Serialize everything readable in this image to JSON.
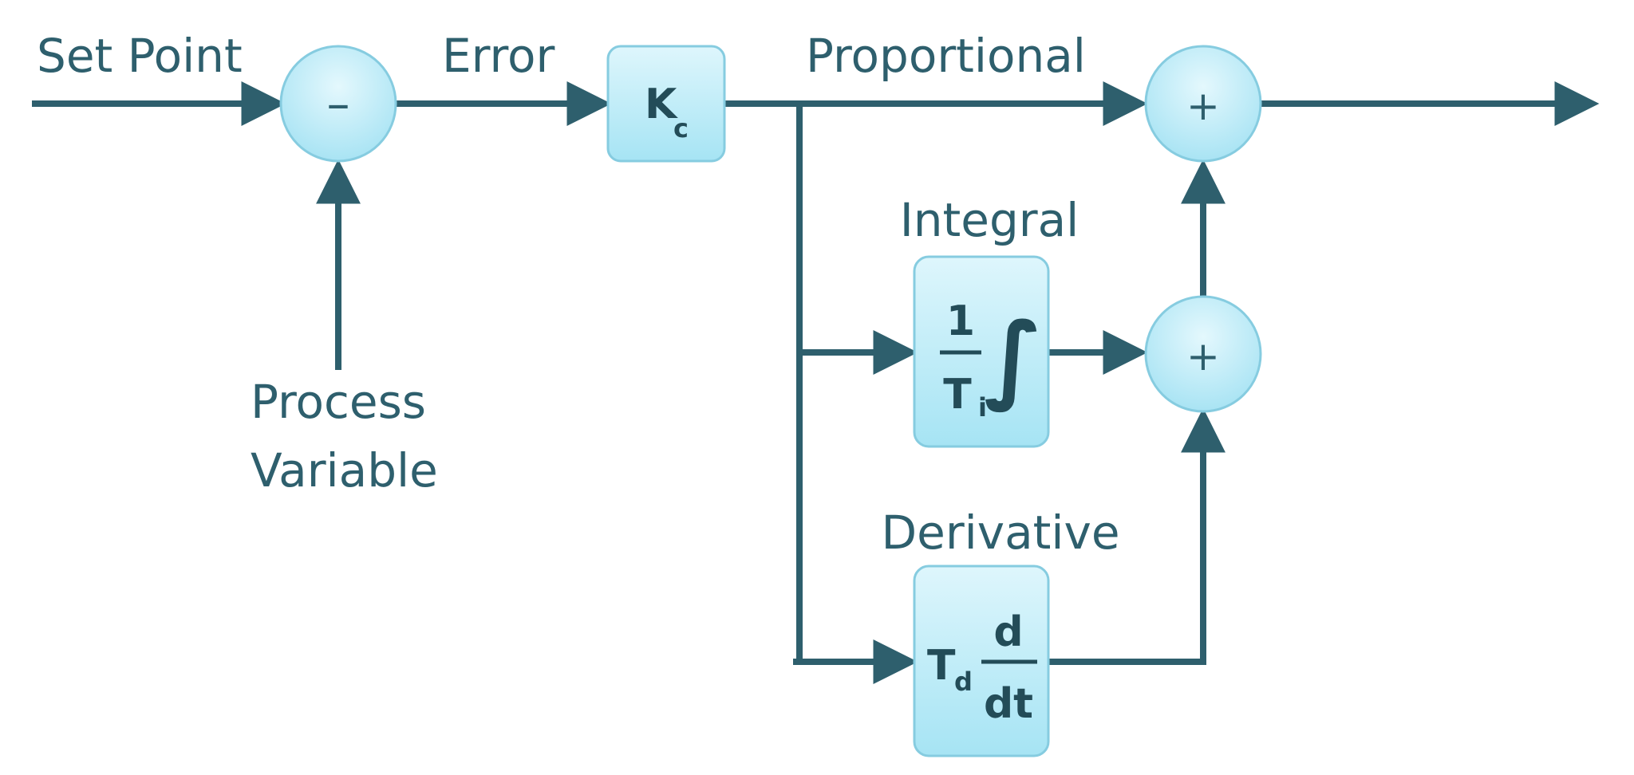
{
  "labels": {
    "set_point": "Set Point",
    "error": "Error",
    "proportional": "Proportional",
    "integral": "Integral",
    "derivative": "Derivative",
    "process_line1": "Process",
    "process_line2": "Variable"
  },
  "blocks": {
    "gain": {
      "main": "K",
      "sub": "c"
    },
    "integral": {
      "numerator": "1",
      "denominator": "T",
      "denominator_sub": "i",
      "operator": "∫"
    },
    "derivative": {
      "coef": "T",
      "coef_sub": "d",
      "numerator": "d",
      "denominator": "dt"
    }
  },
  "junctions": {
    "subtract": "–",
    "sum_top": "+",
    "sum_lower": "+"
  },
  "colors": {
    "line": "#2e5f6d",
    "block_fill_top": "#d9f4fb",
    "block_fill_bottom": "#a9e6f5",
    "block_stroke": "#86cce0"
  }
}
